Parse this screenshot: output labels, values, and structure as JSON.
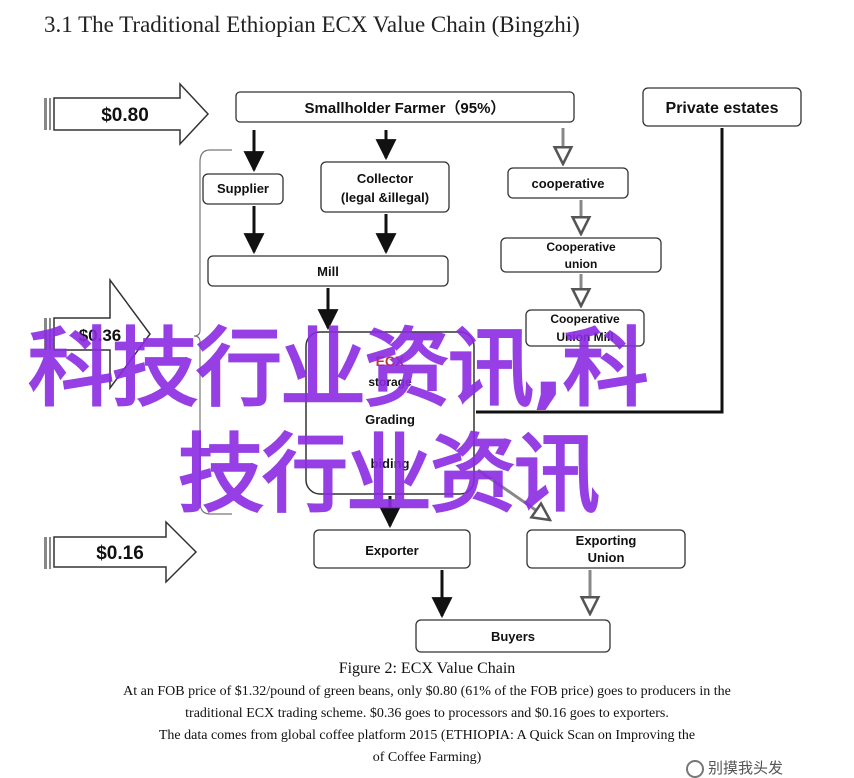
{
  "heading": "3.1 The Traditional Ethiopian ECX Value Chain (Bingzhi)",
  "prices": {
    "p1": "$0.80",
    "p2": "$0.36",
    "p3": "$0.16"
  },
  "nodes": {
    "farmer": "Smallholder Farmer（95%）",
    "private": "Private estates",
    "supplier": "Supplier",
    "collector_1": "Collector",
    "collector_2": "(legal &illegal)",
    "coop": "cooperative",
    "coop_union_1": "Cooperative",
    "coop_union_2": "union",
    "mill": "Mill",
    "coop_mill_1": "Cooperative",
    "coop_mill_2": "Union Mill",
    "ecx_1": "ECX",
    "ecx_2": "storage",
    "ecx_3": "Grading",
    "ecx_4": "biding",
    "exporter": "Exporter",
    "exp_union_1": "Exporting",
    "exp_union_2": "Union",
    "buyers": "Buyers"
  },
  "caption": {
    "title": "Figure 2: ECX Value Chain",
    "line1": "At an FOB price of $1.32/pound of green beans, only $0.80 (61% of the FOB price) goes to producers in the",
    "line2": "traditional ECX trading scheme. $0.36 goes to processors and $0.16 goes to exporters.",
    "line3": "The data comes from global coffee platform 2015 (ETHIOPIA: A Quick Scan on Improving the",
    "line4": "of Coffee Farming)"
  },
  "watermark": {
    "line1": "科技行业资讯,科",
    "line2": "技行业资讯"
  },
  "credit": "别摸我头发",
  "icons": {
    "credit": "wechat-icon"
  },
  "colors": {
    "watermark": "#8a2be2",
    "stroke": "#333333",
    "arrow_fill": "#ffffff",
    "arrow_gray": "#9a9a9a"
  }
}
